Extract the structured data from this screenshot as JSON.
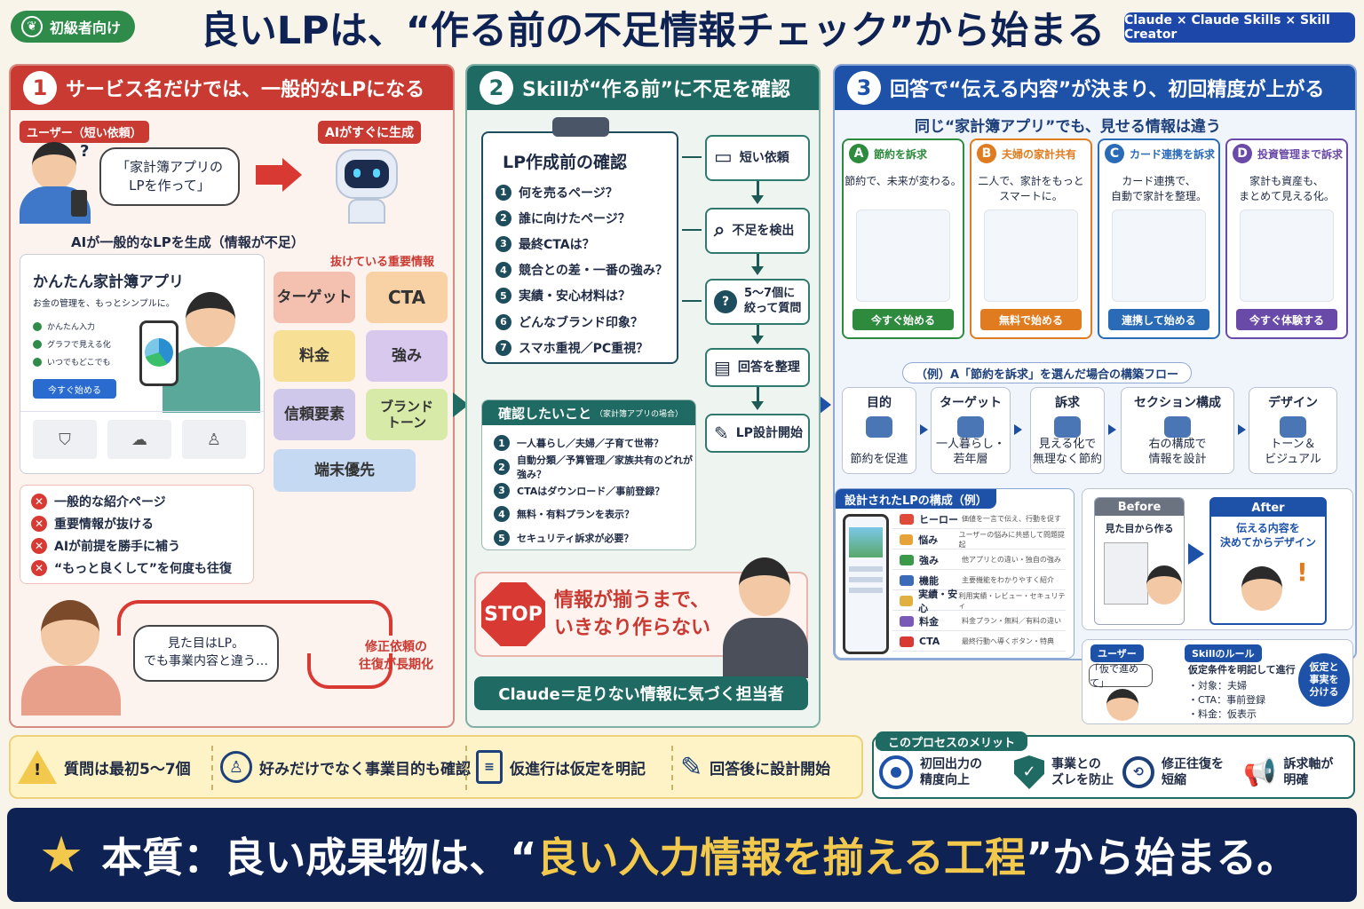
{
  "header": {
    "badge": "初級者向け",
    "title": "良いLPは、“作る前の不足情報チェック”から始まる",
    "tools": "Claude × Claude Skills × Skill Creator"
  },
  "col1": {
    "number": "1",
    "title": "サービス名だけでは、一般的なLPになる",
    "user_tag": "ユーザー（短い依頼）",
    "ai_tag": "AIがすぐに生成",
    "request": "「家計簿アプリの\nLPを作って」",
    "generated_title": "AIが一般的なLPを生成（情報が不足）",
    "mock": {
      "title": "かんたん家計簿アプリ",
      "subtitle": "お金の管理を、もっとシンプルに。",
      "checks": [
        "かんたん入力",
        "グラフで見える化",
        "いつでもどこでも"
      ],
      "button": "今すぐ始める"
    },
    "missing_label": "抜けている重要情報",
    "pieces": [
      "ターゲット",
      "CTA",
      "料金",
      "強み",
      "信頼要素",
      "ブランド\nトーン",
      "端末優先"
    ],
    "problems": [
      "一般的な紹介ページ",
      "重要情報が抜ける",
      "AIが前提を勝手に補う",
      "“もっと良くして”を何度も往復"
    ],
    "complaint": "見た目はLP。\nでも事業内容と違う…",
    "loop_label": "修正依頼の\n往復が長期化"
  },
  "col2": {
    "number": "2",
    "title": "Skillが“作る前”に不足を確認",
    "checklist_title": "LP作成前の確認",
    "checklist": [
      "何を売るページ？",
      "誰に向けたページ？",
      "最終CTAは？",
      "競合との差・一番の強み？",
      "実績・安心材料は？",
      "どんなブランド印象？",
      "スマホ重視／PC重視？"
    ],
    "flow": [
      "短い依頼",
      "不足を検出",
      "5～7個に\n絞って質問",
      "回答を整理",
      "LP設計開始"
    ],
    "confirm_title": "確認したいこと",
    "confirm_sub": "（家計簿アプリの場合）",
    "confirm": [
      "一人暮らし／夫婦／子育て世帯？",
      "自動分類／予算管理／家族共有のどれが強み？",
      "CTAはダウンロード／事前登録？",
      "無料・有料プランを表示？",
      "セキュリティ訴求が必要？"
    ],
    "stop": "STOP",
    "stop_text": "情報が揃うまで、\nいきなり作らない",
    "banner": "Claude＝足りない情報に気づく担当者"
  },
  "col3": {
    "number": "3",
    "title": "回答で“伝える内容”が決まり、初回精度が上がる",
    "subtitle": "同じ“家計簿アプリ”でも、見せる情報は違う",
    "options": [
      {
        "letter": "A",
        "title": "節約を訴求",
        "desc": "節約で、未来が変わる。",
        "button": "今すぐ始める",
        "color": "#2e8b3e"
      },
      {
        "letter": "B",
        "title": "夫婦の家計共有",
        "desc": "二人で、家計をもっと\nスマートに。",
        "button": "無料で始める",
        "color": "#e07b1f"
      },
      {
        "letter": "C",
        "title": "カード連携を訴求",
        "desc": "カード連携で、\n自動で家計を整理。",
        "button": "連携して始める",
        "color": "#2a6bb8"
      },
      {
        "letter": "D",
        "title": "投資管理まで訴求",
        "desc": "家計も資産も、\nまとめて見える化。",
        "button": "今すぐ体験する",
        "color": "#6a4aa8"
      }
    ],
    "flow_label": "（例）A「節約を訴求」を選んだ場合の構築フロー",
    "steps": [
      {
        "title": "目的",
        "desc": "節約を促進"
      },
      {
        "title": "ターゲット",
        "desc": "一人暮らし・\n若年層"
      },
      {
        "title": "訴求",
        "desc": "見える化で\n無理なく節約"
      },
      {
        "title": "セクション構成",
        "desc": "右の構成で\n情報を設計"
      },
      {
        "title": "デザイン",
        "desc": "トーン＆\nビジュアル"
      }
    ],
    "lp_title": "設計されたLPの構成（例）",
    "lp_rows": [
      {
        "label": "ヒーロー",
        "desc": "価値を一言で伝え、行動を促す",
        "color": "#e04a3a"
      },
      {
        "label": "悩み",
        "desc": "ユーザーの悩みに共感して問題提起",
        "color": "#e8a23a"
      },
      {
        "label": "強み",
        "desc": "他アプリとの違い・独自の強み",
        "color": "#3a9a4a"
      },
      {
        "label": "機能",
        "desc": "主要機能をわかりやすく紹介",
        "color": "#3a6ab8"
      },
      {
        "label": "実績・安心",
        "desc": "利用実績・レビュー・セキュリティ",
        "color": "#e0b040"
      },
      {
        "label": "料金",
        "desc": "料金プラン・無料／有料の違い",
        "color": "#7a5ab8"
      },
      {
        "label": "CTA",
        "desc": "最終行動へ導くボタン・特典",
        "color": "#d83a33"
      }
    ],
    "before_label": "Before",
    "before_text": "見た目から作る",
    "after_label": "After",
    "after_text": "伝える内容を\n決めてからデザイン",
    "user_tag": "ユーザー",
    "user_say": "「仮で進めて」",
    "rule_tag": "Skillのルール",
    "rule_title": "仮定条件を明記して進行",
    "rule_items": [
      "・対象：夫婦",
      "・CTA：事前登録",
      "・料金：仮表示"
    ],
    "separate": "仮定と\n事実を\n分ける"
  },
  "tips": [
    "質問は最初5～7個",
    "好みだけでなく事業目的も確認",
    "仮進行は仮定を明記",
    "回答後に設計開始"
  ],
  "benefits": {
    "title": "このプロセスのメリット",
    "items": [
      "初回出力の\n精度向上",
      "事業との\nズレを防止",
      "修正往復を\n短縮",
      "訴求軸が\n明確"
    ]
  },
  "conclusion": {
    "prefix": "本質：良い成果物は、“",
    "highlight": "良い入力情報を揃える工程",
    "suffix": "”から始まる。"
  },
  "colors": {
    "col1": "#c93a32",
    "col2": "#1f6b63",
    "col3": "#1d52a8",
    "navy": "#0e2354",
    "gold": "#f2c94c"
  }
}
